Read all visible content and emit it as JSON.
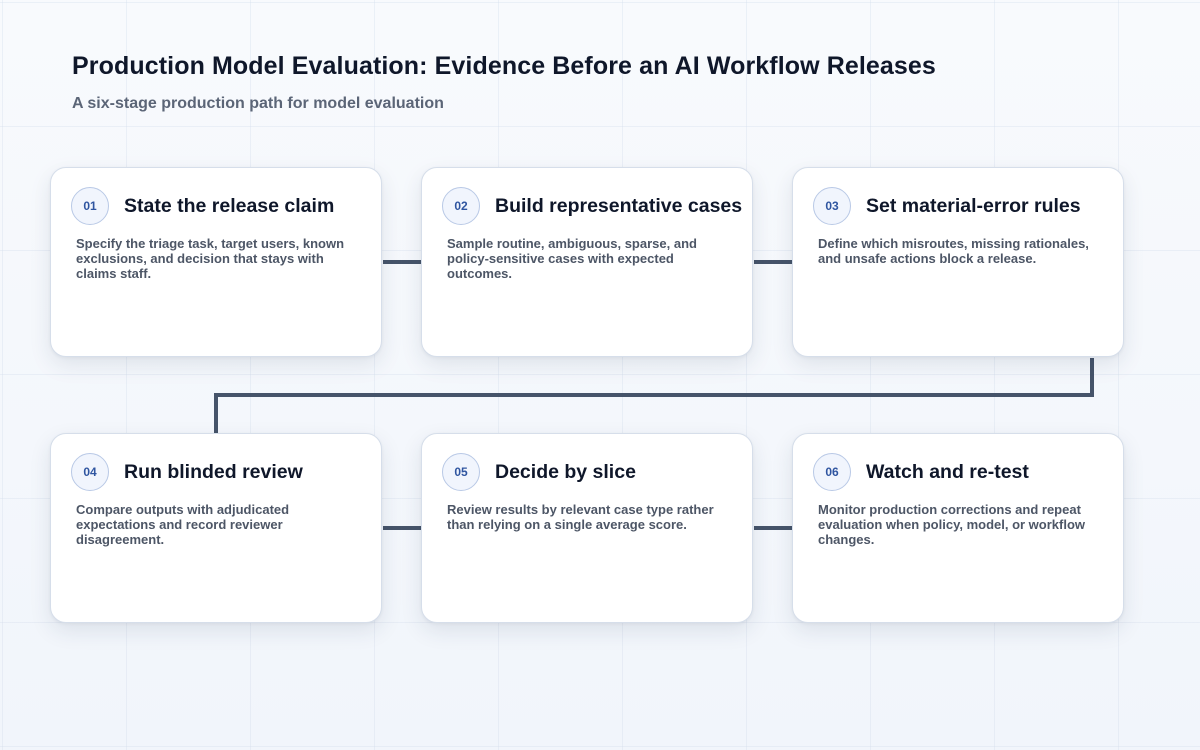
{
  "header": {
    "title": "Production Model Evaluation: Evidence Before an AI Workflow Releases",
    "subtitle": "A six-stage production path for model evaluation"
  },
  "stages": [
    {
      "number": "01",
      "title": "State the release claim",
      "description": "Specify the triage task, target users, known exclusions, and decision that stays with claims staff."
    },
    {
      "number": "02",
      "title": "Build representative cases",
      "description": "Sample routine, ambiguous, sparse, and policy-sensitive cases with expected outcomes."
    },
    {
      "number": "03",
      "title": "Set material-error rules",
      "description": "Define which misroutes, missing rationales, and unsafe actions block a release."
    },
    {
      "number": "04",
      "title": "Run blinded review",
      "description": "Compare outputs with adjudicated expectations and record reviewer disagreement."
    },
    {
      "number": "05",
      "title": "Decide by slice",
      "description": "Review results by relevant case type rather than relying on a single average score."
    },
    {
      "number": "06",
      "title": "Watch and re-test",
      "description": "Monitor production corrections and repeat evaluation when policy, model, or workflow changes."
    }
  ],
  "colors": {
    "connector": "#46546a",
    "badge_text": "#2f55a0",
    "title_text": "#0f172a"
  }
}
